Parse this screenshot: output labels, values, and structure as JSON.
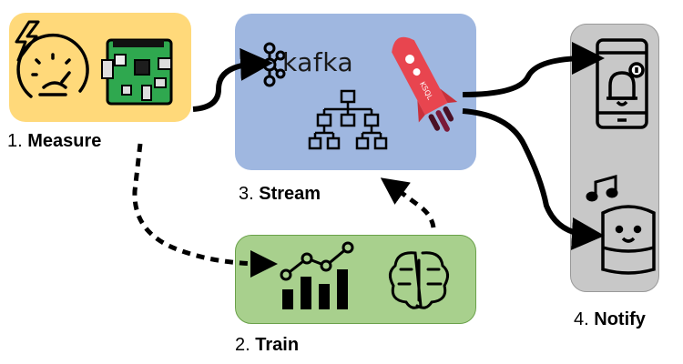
{
  "stages": {
    "measure": {
      "number": "1.",
      "label": "Measure"
    },
    "train": {
      "number": "2.",
      "label": "Train"
    },
    "stream": {
      "number": "3.",
      "label": "Stream"
    },
    "notify": {
      "number": "4.",
      "label": "Notify"
    }
  },
  "stream_box": {
    "logo_text": "kafka",
    "rocket_text": "KSQL"
  },
  "colors": {
    "measure_bg": "#ffd97a",
    "stream_bg": "#9fb7e0",
    "train_bg": "#a8d08d",
    "notify_bg": "#c8c8c8",
    "rocket": "#e8454f",
    "board": "#2fa84f"
  },
  "icons": [
    "lightning-icon",
    "speedometer-icon",
    "raspberry-pi-board-icon",
    "kafka-logo-icon",
    "hierarchy-tree-icon",
    "ksql-rocket-icon",
    "chart-icon",
    "brain-icon",
    "phone-bell-icon",
    "music-note-icon",
    "smart-speaker-icon"
  ]
}
